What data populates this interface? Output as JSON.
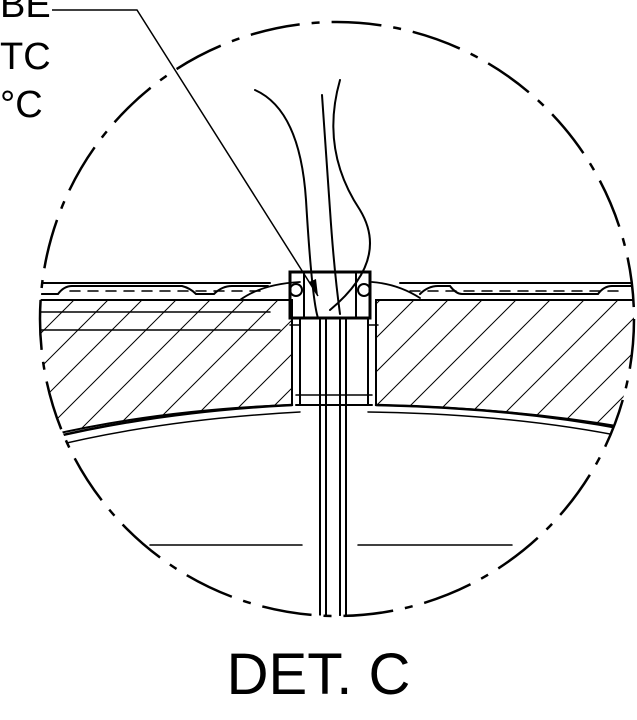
{
  "callout": {
    "lines": [
      "BE",
      "TC",
      "°C"
    ]
  },
  "detail": {
    "title": "DET. C"
  },
  "colors": {
    "ink": "#000000",
    "background": "#ffffff"
  }
}
